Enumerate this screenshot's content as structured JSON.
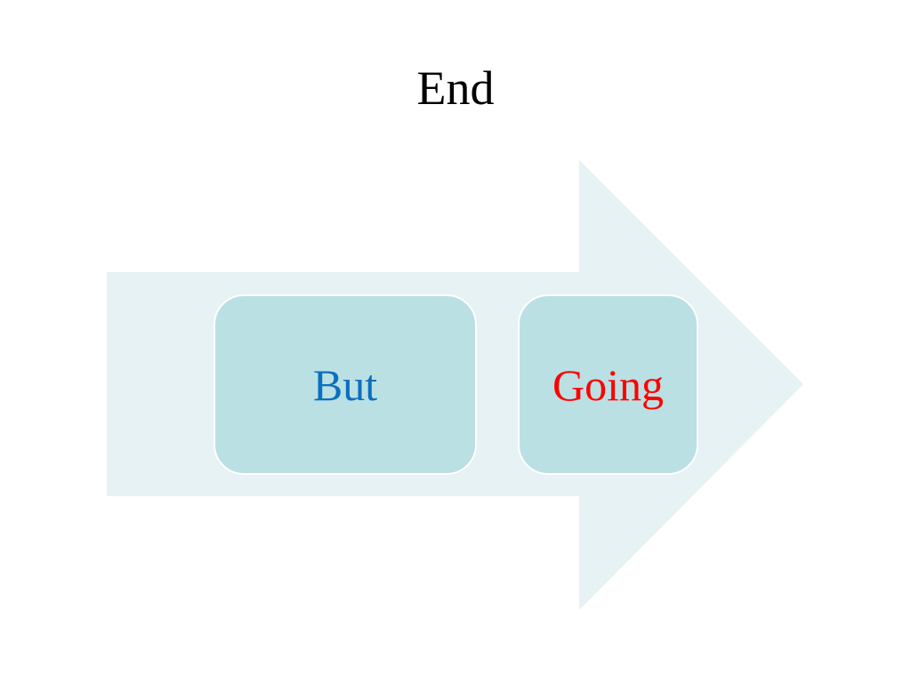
{
  "slide": {
    "title": "End"
  },
  "process": {
    "steps": [
      {
        "label": "But"
      },
      {
        "label": "Going"
      }
    ]
  },
  "colors": {
    "background": "#ffffff",
    "title_text": "#000000",
    "arrow_fill": "#e6f2f4",
    "box_fill": "#bbe0e3",
    "box_border": "#ffffff",
    "step_1_text": "#0a70c0",
    "step_2_text": "#ff0000"
  }
}
